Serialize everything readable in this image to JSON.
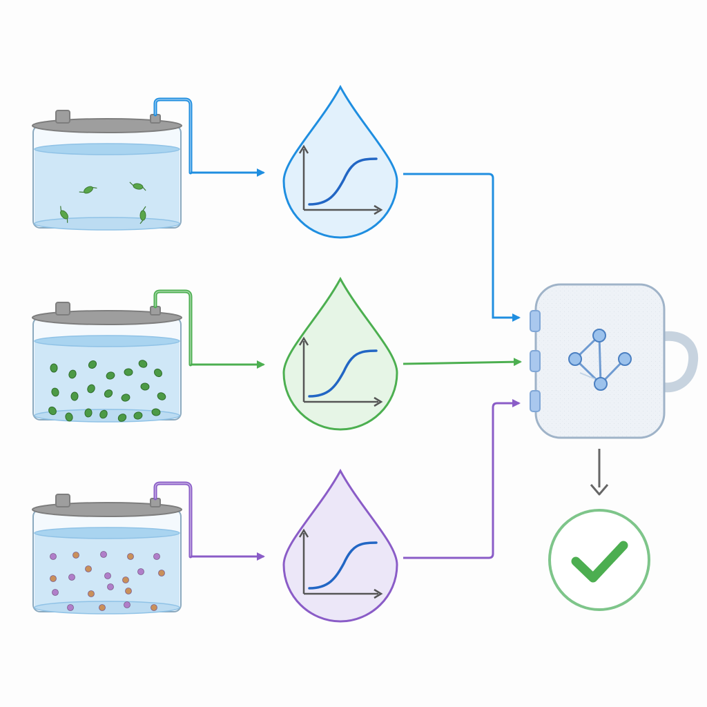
{
  "colors": {
    "background": "#fdfdfd",
    "water": "#cfe7f7",
    "water_surface": "#a9d4f0",
    "tank_outline": "#8aa9bf",
    "lid": "#9e9e9e",
    "lid_dark": "#7d7d7d",
    "curve": "#2266c4",
    "axis": "#555555",
    "device_body": "#eef2f7",
    "device_outline": "#9fb3c8",
    "device_port": "#a9c8ee",
    "node_fill": "#9cc2ec",
    "node_stroke": "#4a7fc1",
    "down_arrow": "#666666",
    "check_circle": "#7ec58a",
    "check_mark": "#4cae50"
  },
  "rows": [
    {
      "id": "blue",
      "color": "#1f8ee0",
      "drop_fill": "#e2f1fc",
      "organism": "microorganism-icon",
      "particle_colors": [
        "#5aa64a"
      ]
    },
    {
      "id": "green",
      "color": "#4caf50",
      "drop_fill": "#e6f5e6",
      "organism": "algae-cell-icon",
      "particle_colors": [
        "#4c9a46"
      ]
    },
    {
      "id": "purple",
      "color": "#8a5cc7",
      "drop_fill": "#ece7f8",
      "organism": "particle-icon",
      "particle_colors": [
        "#b07ec9",
        "#c9905a"
      ]
    }
  ],
  "icons": {
    "tank": "water-tank-icon",
    "drop": "water-drop-icon",
    "chart": "growth-curve-icon",
    "device": "network-sensor-device-icon",
    "check": "checkmark-icon"
  }
}
